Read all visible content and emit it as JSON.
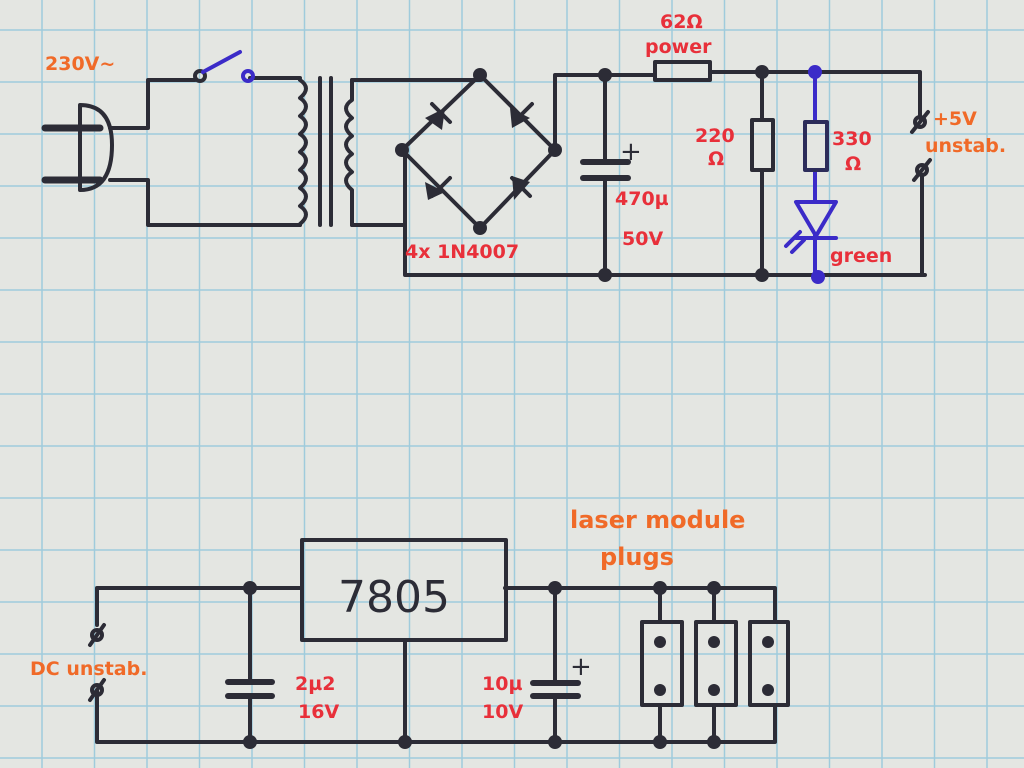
{
  "mains": {
    "voltage": "230V~"
  },
  "series_resistor": {
    "value": "62Ω",
    "note": "power"
  },
  "bleed_resistor": {
    "value": "220",
    "unit": "Ω"
  },
  "led_resistor": {
    "value": "330",
    "unit": "Ω"
  },
  "led": {
    "color_label": "green"
  },
  "output_top": {
    "voltage": "+5V",
    "note": "unstab."
  },
  "filter_cap": {
    "value": "470µ",
    "voltage": "50V",
    "polarity": "+"
  },
  "bridge": {
    "label": "4x 1N4007"
  },
  "regulator": {
    "label": "7805"
  },
  "input_bottom": {
    "label": "DC unstab."
  },
  "cap_in": {
    "value": "2µ2",
    "voltage": "16V"
  },
  "cap_out": {
    "value": "10µ",
    "voltage": "10V",
    "polarity": "+"
  },
  "plugs": {
    "line1": "laser module",
    "line2": "plugs"
  },
  "colors": {
    "paper": "#e4e6e2",
    "grid": "#9fcbdc",
    "ink": "#2c2c36",
    "red": "#e8303a",
    "orange": "#f06a28",
    "blue": "#3b2bc8"
  }
}
